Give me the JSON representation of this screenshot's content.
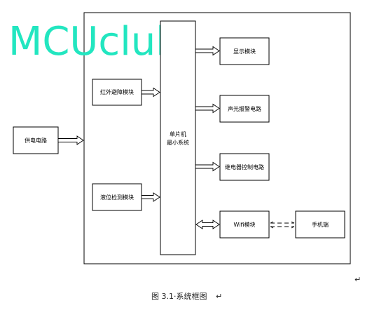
{
  "watermark": "MCUclub",
  "blocks": {
    "power": "供电电路",
    "infrared": "红外避障模块",
    "level": "液位检测模块",
    "mcu_line1": "单片机",
    "mcu_line2": "最小系统",
    "display": "显示模块",
    "alarm": "声光报警电路",
    "relay": "继电器控制电路",
    "wifi": "Wifi模块",
    "phone": "手机端"
  },
  "caption": "图 3.1·系统框图",
  "caption_mark": "↵",
  "corner_mark": "↵",
  "colors": {
    "watermark": "#22e6c0",
    "stroke": "#000000"
  }
}
